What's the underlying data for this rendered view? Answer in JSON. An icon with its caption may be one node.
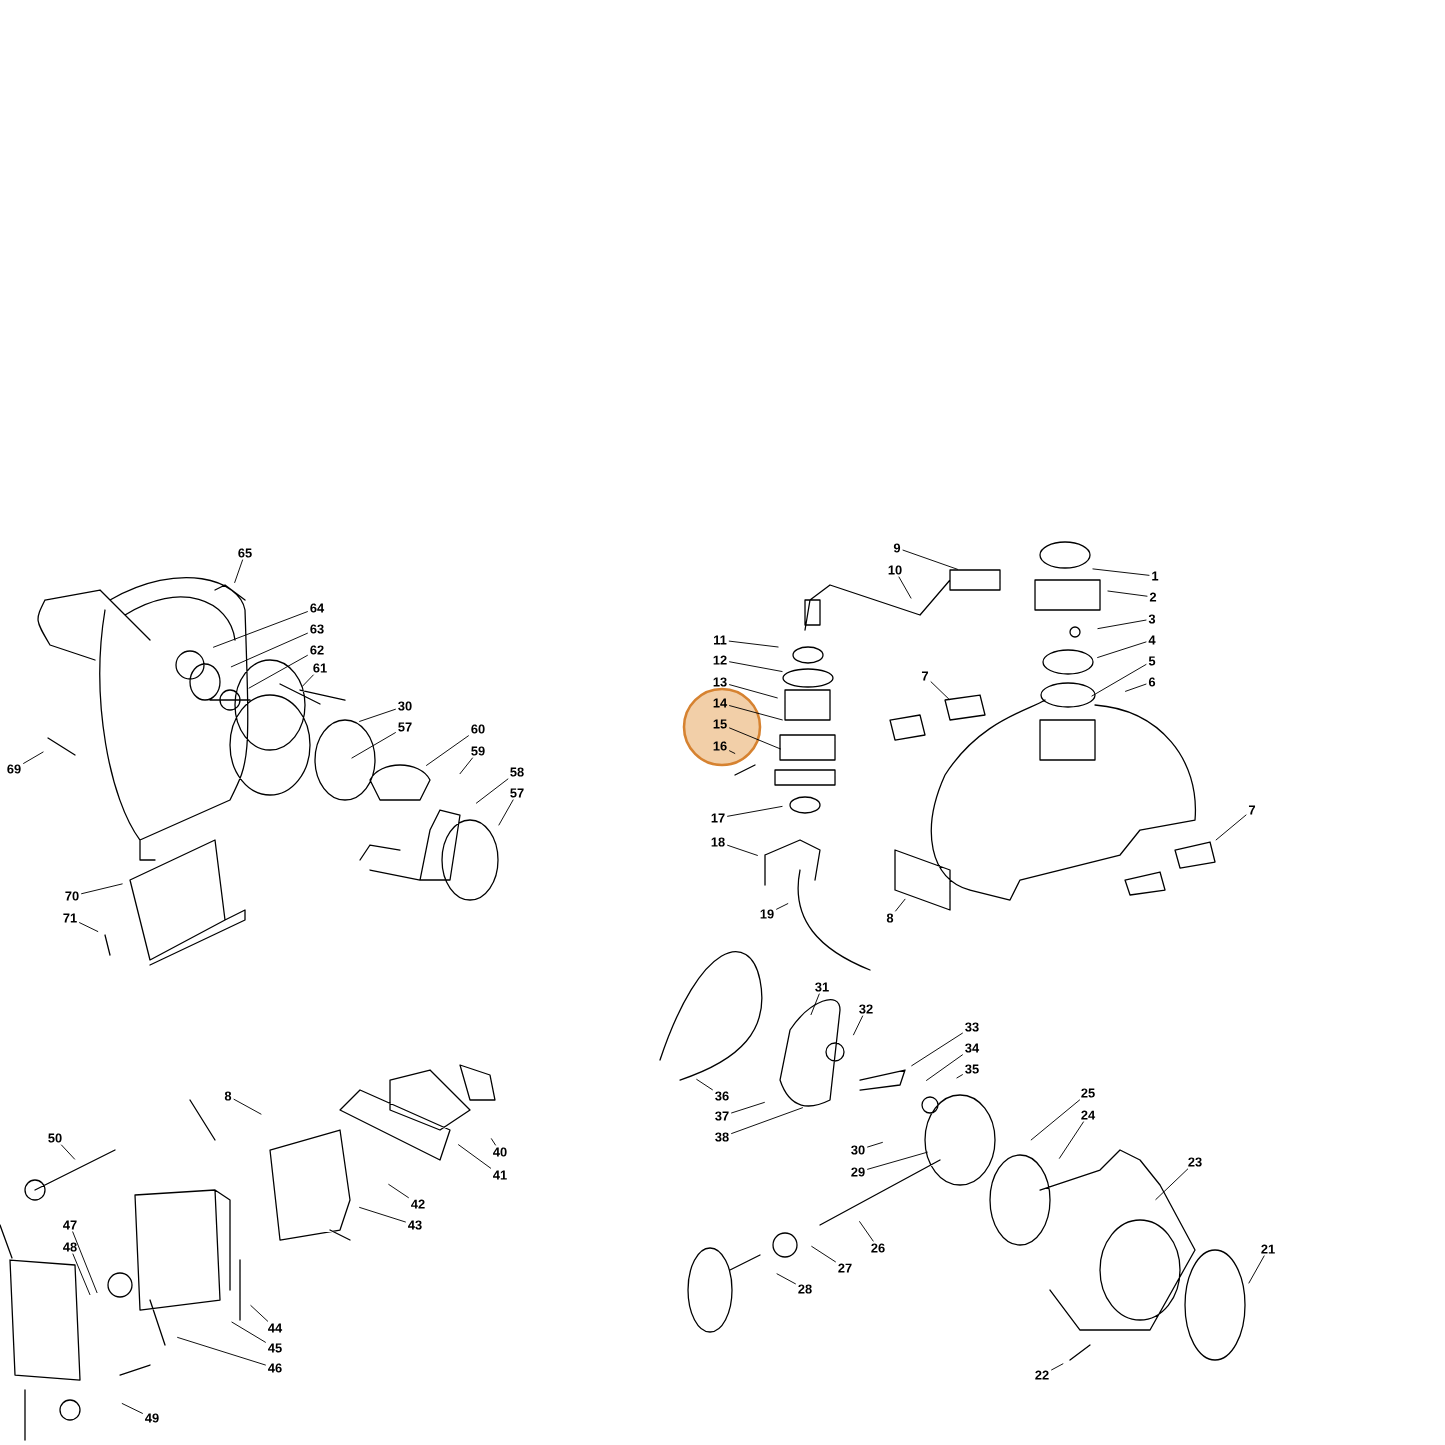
{
  "diagram": {
    "nodes": [
      {
        "text": [
          "65"
        ]
      },
      {
        "text": [
          "9"
        ]
      },
      {
        "text": [
          "10"
        ]
      },
      {
        "text": [
          "1"
        ]
      },
      {
        "text": [
          "2"
        ]
      },
      {
        "text": [
          "3"
        ]
      },
      {
        "text": [
          "4"
        ]
      },
      {
        "text": [
          "5"
        ]
      },
      {
        "text": [
          "6"
        ]
      },
      {
        "text": [
          "64"
        ]
      },
      {
        "text": [
          "63"
        ]
      },
      {
        "text": [
          "62"
        ]
      },
      {
        "text": [
          "11"
        ]
      },
      {
        "text": [
          "12"
        ]
      },
      {
        "text": [
          "61"
        ]
      },
      {
        "text": [
          "7"
        ]
      },
      {
        "text": [
          "13"
        ]
      },
      {
        "text": [
          "14"
        ]
      },
      {
        "text": [
          "30"
        ]
      },
      {
        "text": [
          "15"
        ]
      },
      {
        "text": [
          "57"
        ]
      },
      {
        "text": [
          "60"
        ]
      },
      {
        "text": [
          "16"
        ]
      },
      {
        "text": [
          "59"
        ]
      },
      {
        "text": [
          "69"
        ]
      },
      {
        "text": [
          "58"
        ]
      },
      {
        "text": [
          "57"
        ]
      },
      {
        "text": [
          "7"
        ]
      },
      {
        "text": [
          "17"
        ]
      },
      {
        "text": [
          "18"
        ]
      },
      {
        "text": [
          "70"
        ]
      },
      {
        "text": [
          "19"
        ]
      },
      {
        "text": [
          "8"
        ]
      },
      {
        "text": [
          "71"
        ]
      },
      {
        "text": [
          "31"
        ]
      },
      {
        "text": [
          "32"
        ]
      },
      {
        "text": [
          "33"
        ]
      },
      {
        "text": [
          "34"
        ]
      },
      {
        "text": [
          "35"
        ]
      },
      {
        "text": [
          "25"
        ]
      },
      {
        "text": [
          "36"
        ]
      },
      {
        "text": [
          "8"
        ]
      },
      {
        "text": [
          "37"
        ]
      },
      {
        "text": [
          "24"
        ]
      },
      {
        "text": [
          "38"
        ]
      },
      {
        "text": [
          "50"
        ]
      },
      {
        "text": [
          "30"
        ]
      },
      {
        "text": [
          "40"
        ]
      },
      {
        "text": [
          "23"
        ]
      },
      {
        "text": [
          "29"
        ]
      },
      {
        "text": [
          "41"
        ]
      },
      {
        "text": [
          "42"
        ]
      },
      {
        "text": [
          "43"
        ]
      },
      {
        "text": [
          "47"
        ]
      },
      {
        "text": [
          "48"
        ]
      },
      {
        "text": [
          "26"
        ]
      },
      {
        "text": [
          "21"
        ]
      },
      {
        "text": [
          "27"
        ]
      },
      {
        "text": [
          "28"
        ]
      },
      {
        "text": [
          "44"
        ]
      },
      {
        "text": [
          "45"
        ]
      },
      {
        "text": [
          "46"
        ]
      },
      {
        "text": [
          "22"
        ]
      },
      {
        "text": [
          "49"
        ]
      }
    ],
    "edges": [
      {
        "from": 0,
        "to": null,
        "arrow": "none"
      },
      {
        "from": 1,
        "to": null,
        "arrow": "none"
      },
      {
        "from": 2,
        "to": null,
        "arrow": "none"
      },
      {
        "from": 3,
        "to": null,
        "arrow": "none"
      },
      {
        "from": 4,
        "to": null,
        "arrow": "none"
      },
      {
        "from": 5,
        "to": null,
        "arrow": "none"
      },
      {
        "from": 6,
        "to": null,
        "arrow": "none"
      },
      {
        "from": 7,
        "to": null,
        "arrow": "none"
      },
      {
        "from": 8,
        "to": null,
        "arrow": "none"
      },
      {
        "from": 9,
        "to": null,
        "arrow": "none"
      },
      {
        "from": 10,
        "to": null,
        "arrow": "none"
      },
      {
        "from": 11,
        "to": null,
        "arrow": "none"
      },
      {
        "from": 12,
        "to": null,
        "arrow": "none"
      },
      {
        "from": 13,
        "to": null,
        "arrow": "none"
      },
      {
        "from": 14,
        "to": null,
        "arrow": "none"
      },
      {
        "from": 15,
        "to": null,
        "arrow": "none"
      },
      {
        "from": 16,
        "to": null,
        "arrow": "none"
      },
      {
        "from": 17,
        "to": null,
        "arrow": "none"
      },
      {
        "from": 18,
        "to": null,
        "arrow": "none"
      },
      {
        "from": 19,
        "to": null,
        "arrow": "none"
      },
      {
        "from": 20,
        "to": null,
        "arrow": "none"
      },
      {
        "from": 21,
        "to": null,
        "arrow": "none"
      },
      {
        "from": 22,
        "to": null,
        "arrow": "none"
      },
      {
        "from": 23,
        "to": null,
        "arrow": "none"
      },
      {
        "from": 24,
        "to": null,
        "arrow": "none"
      },
      {
        "from": 25,
        "to": null,
        "arrow": "none"
      },
      {
        "from": 26,
        "to": null,
        "arrow": "none"
      },
      {
        "from": 27,
        "to": null,
        "arrow": "none"
      },
      {
        "from": 28,
        "to": null,
        "arrow": "none"
      },
      {
        "from": 29,
        "to": null,
        "arrow": "none"
      },
      {
        "from": 30,
        "to": null,
        "arrow": "none"
      },
      {
        "from": 31,
        "to": null,
        "arrow": "none"
      },
      {
        "from": 32,
        "to": null,
        "arrow": "none"
      },
      {
        "from": 33,
        "to": null,
        "arrow": "none"
      },
      {
        "from": 34,
        "to": null,
        "arrow": "none"
      },
      {
        "from": 35,
        "to": null,
        "arrow": "none"
      },
      {
        "from": 36,
        "to": null,
        "arrow": "none"
      },
      {
        "from": 37,
        "to": null,
        "arrow": "none"
      },
      {
        "from": 38,
        "to": null,
        "arrow": "none"
      },
      {
        "from": 39,
        "to": null,
        "arrow": "none"
      },
      {
        "from": 40,
        "to": null,
        "arrow": "none"
      },
      {
        "from": 41,
        "to": null,
        "arrow": "none"
      },
      {
        "from": 42,
        "to": null,
        "arrow": "none"
      },
      {
        "from": 43,
        "to": null,
        "arrow": "none"
      },
      {
        "from": 44,
        "to": null,
        "arrow": "none"
      },
      {
        "from": 45,
        "to": null,
        "arrow": "none"
      },
      {
        "from": 46,
        "to": null,
        "arrow": "none"
      },
      {
        "from": 47,
        "to": null,
        "arrow": "none"
      },
      {
        "from": 48,
        "to": null,
        "arrow": "none"
      },
      {
        "from": 49,
        "to": null,
        "arrow": "none"
      },
      {
        "from": 50,
        "to": null,
        "arrow": "none"
      },
      {
        "from": 51,
        "to": null,
        "arrow": "none"
      },
      {
        "from": 52,
        "to": null,
        "arrow": "none"
      },
      {
        "from": 53,
        "to": null,
        "arrow": "none"
      },
      {
        "from": 54,
        "to": null,
        "arrow": "none"
      },
      {
        "from": 55,
        "to": null,
        "arrow": "none"
      },
      {
        "from": 56,
        "to": null,
        "arrow": "none"
      },
      {
        "from": 57,
        "to": null,
        "arrow": "none"
      },
      {
        "from": 58,
        "to": null,
        "arrow": "none"
      },
      {
        "from": 59,
        "to": null,
        "arrow": "none"
      },
      {
        "from": 60,
        "to": null,
        "arrow": "none"
      },
      {
        "from": 61,
        "to": null,
        "arrow": "none"
      },
      {
        "from": 62,
        "to": null,
        "arrow": "none"
      },
      {
        "from": 63,
        "to": null,
        "arrow": "none"
      }
    ]
  }
}
